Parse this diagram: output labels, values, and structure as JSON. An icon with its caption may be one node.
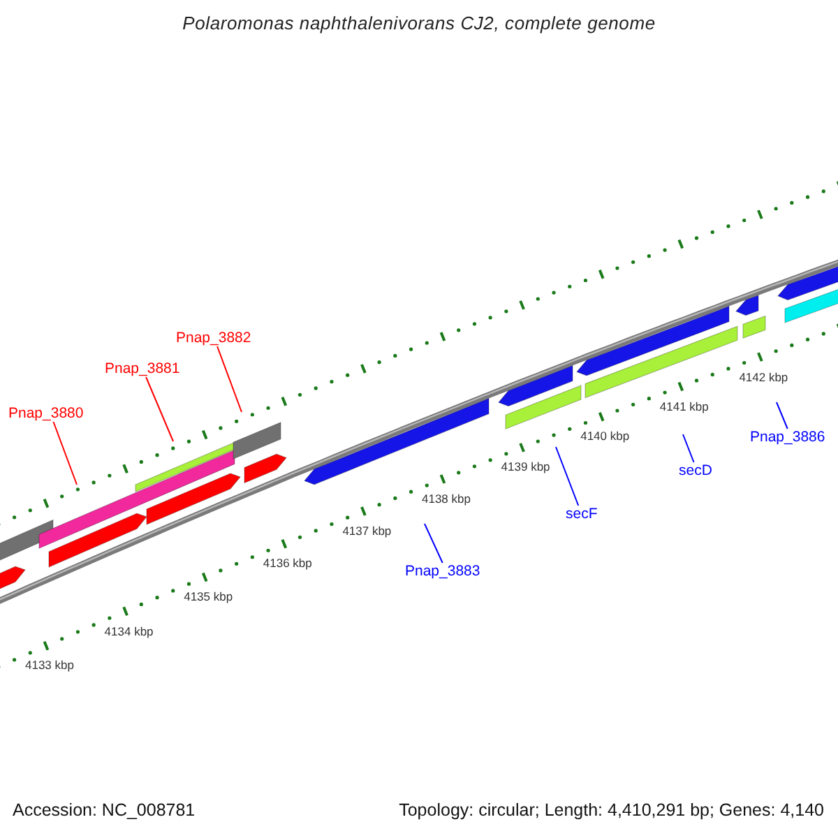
{
  "diagram": {
    "title": "Polaromonas naphthalenivorans CJ2, complete genome",
    "nodes": [
      {
        "text": [
          "Pnap_3880"
        ]
      },
      {
        "text": [
          "Pnap_3881"
        ]
      },
      {
        "text": [
          "Pnap_3882"
        ]
      },
      {
        "text": [
          "Pnap_3883"
        ]
      },
      {
        "text": [
          "secF"
        ]
      },
      {
        "text": [
          "secD"
        ]
      },
      {
        "text": [
          "Pnap_3886"
        ]
      }
    ],
    "edges": [
      {
        "from": 0,
        "to": null,
        "arrow": "none",
        "color": "#ff0000"
      },
      {
        "from": 1,
        "to": null,
        "arrow": "none",
        "color": "#ff0000"
      },
      {
        "from": 2,
        "to": null,
        "arrow": "none",
        "color": "#ff0000"
      },
      {
        "from": 3,
        "to": null,
        "arrow": "none"
      },
      {
        "from": 4,
        "to": null,
        "arrow": "none"
      },
      {
        "from": 5,
        "to": null,
        "arrow": "none"
      },
      {
        "from": 6,
        "to": null,
        "arrow": "none"
      }
    ],
    "labels": [
      "4133 kbp",
      "4134 kbp",
      "4135 kbp",
      "4136 kbp",
      "4137 kbp",
      "4138 kbp",
      "4139 kbp",
      "4140 kbp",
      "4141 kbp",
      "4142 kbp",
      "Accession: NC_008781",
      "Topology: circular; Length: 4,410,291 bp; Genes: 4,140"
    ]
  }
}
